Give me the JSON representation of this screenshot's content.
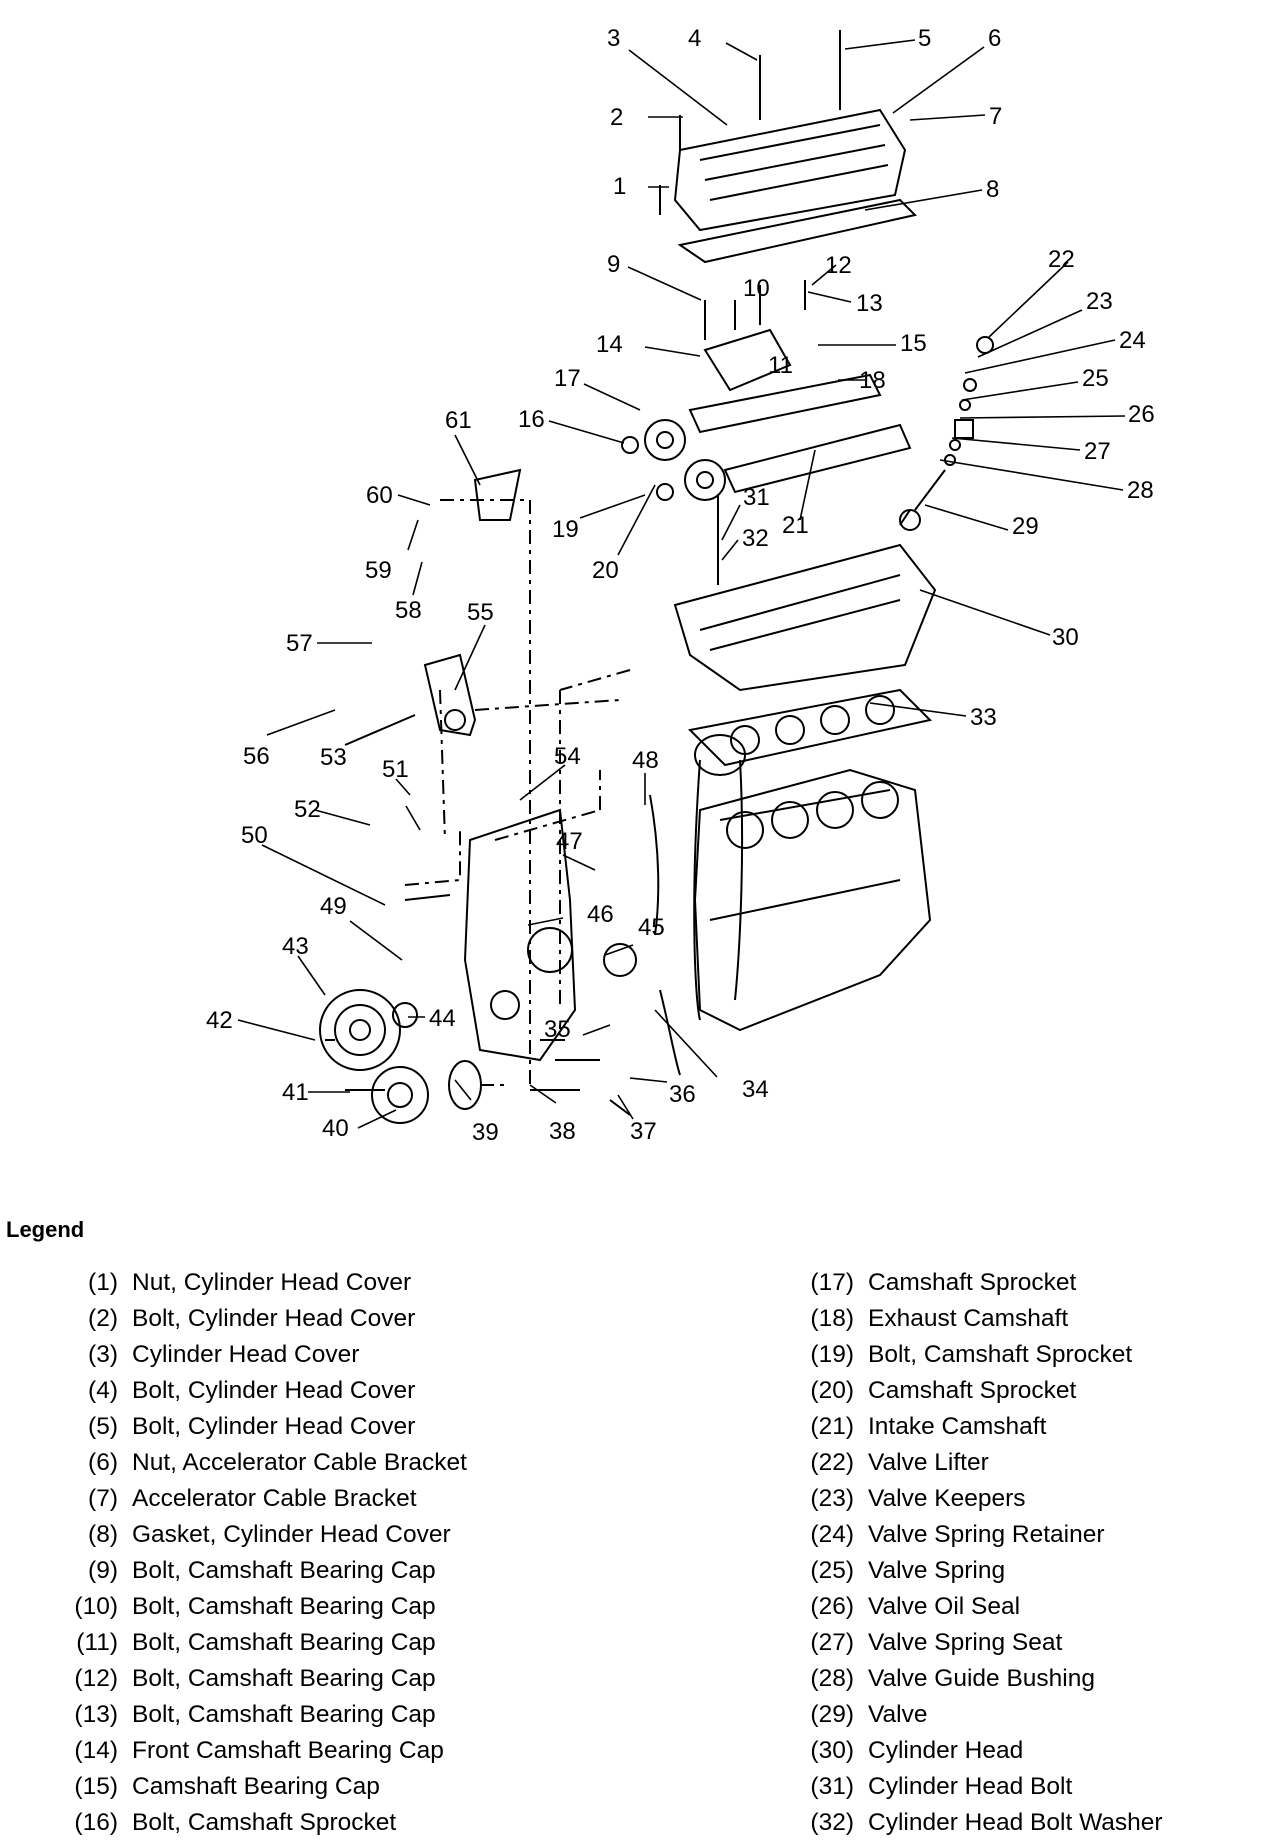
{
  "diagram": {
    "callouts": [
      "1",
      "2",
      "3",
      "4",
      "5",
      "6",
      "7",
      "8",
      "9",
      "10",
      "11",
      "12",
      "13",
      "14",
      "15",
      "16",
      "17",
      "18",
      "19",
      "20",
      "21",
      "22",
      "23",
      "24",
      "25",
      "26",
      "27",
      "28",
      "29",
      "30",
      "31",
      "32",
      "33",
      "34",
      "35",
      "36",
      "37",
      "38",
      "39",
      "40",
      "41",
      "42",
      "43",
      "44",
      "45",
      "46",
      "47",
      "48",
      "49",
      "50",
      "51",
      "52",
      "53",
      "54",
      "55",
      "56",
      "57",
      "58",
      "59",
      "60",
      "61"
    ]
  },
  "legend": {
    "title": "Legend",
    "items": [
      {
        "num": "(1)",
        "text": "Nut, Cylinder Head Cover"
      },
      {
        "num": "(2)",
        "text": "Bolt, Cylinder Head Cover"
      },
      {
        "num": "(3)",
        "text": "Cylinder Head Cover"
      },
      {
        "num": "(4)",
        "text": "Bolt, Cylinder Head Cover"
      },
      {
        "num": "(5)",
        "text": "Bolt, Cylinder Head Cover"
      },
      {
        "num": "(6)",
        "text": "Nut, Accelerator Cable Bracket"
      },
      {
        "num": "(7)",
        "text": "Accelerator Cable Bracket"
      },
      {
        "num": "(8)",
        "text": "Gasket, Cylinder Head Cover"
      },
      {
        "num": "(9)",
        "text": "Bolt, Camshaft Bearing Cap"
      },
      {
        "num": "(10)",
        "text": "Bolt, Camshaft Bearing Cap"
      },
      {
        "num": "(11)",
        "text": "Bolt, Camshaft Bearing Cap"
      },
      {
        "num": "(12)",
        "text": "Bolt, Camshaft Bearing Cap"
      },
      {
        "num": "(13)",
        "text": "Bolt, Camshaft Bearing Cap"
      },
      {
        "num": "(14)",
        "text": "Front Camshaft Bearing Cap"
      },
      {
        "num": "(15)",
        "text": "Camshaft Bearing Cap"
      },
      {
        "num": "(16)",
        "text": "Bolt, Camshaft Sprocket"
      },
      {
        "num": "(17)",
        "text": "Camshaft Sprocket"
      },
      {
        "num": "(18)",
        "text": "Exhaust Camshaft"
      },
      {
        "num": "(19)",
        "text": "Bolt, Camshaft Sprocket"
      },
      {
        "num": "(20)",
        "text": "Camshaft Sprocket"
      },
      {
        "num": "(21)",
        "text": "Intake Camshaft"
      },
      {
        "num": "(22)",
        "text": "Valve Lifter"
      },
      {
        "num": "(23)",
        "text": "Valve Keepers"
      },
      {
        "num": "(24)",
        "text": "Valve Spring Retainer"
      },
      {
        "num": "(25)",
        "text": "Valve Spring"
      },
      {
        "num": "(26)",
        "text": "Valve Oil Seal"
      },
      {
        "num": "(27)",
        "text": "Valve Spring Seat"
      },
      {
        "num": "(28)",
        "text": "Valve Guide Bushing"
      },
      {
        "num": "(29)",
        "text": "Valve"
      },
      {
        "num": "(30)",
        "text": "Cylinder Head"
      },
      {
        "num": "(31)",
        "text": "Cylinder Head Bolt"
      },
      {
        "num": "(32)",
        "text": "Cylinder Head Bolt Washer"
      }
    ]
  }
}
